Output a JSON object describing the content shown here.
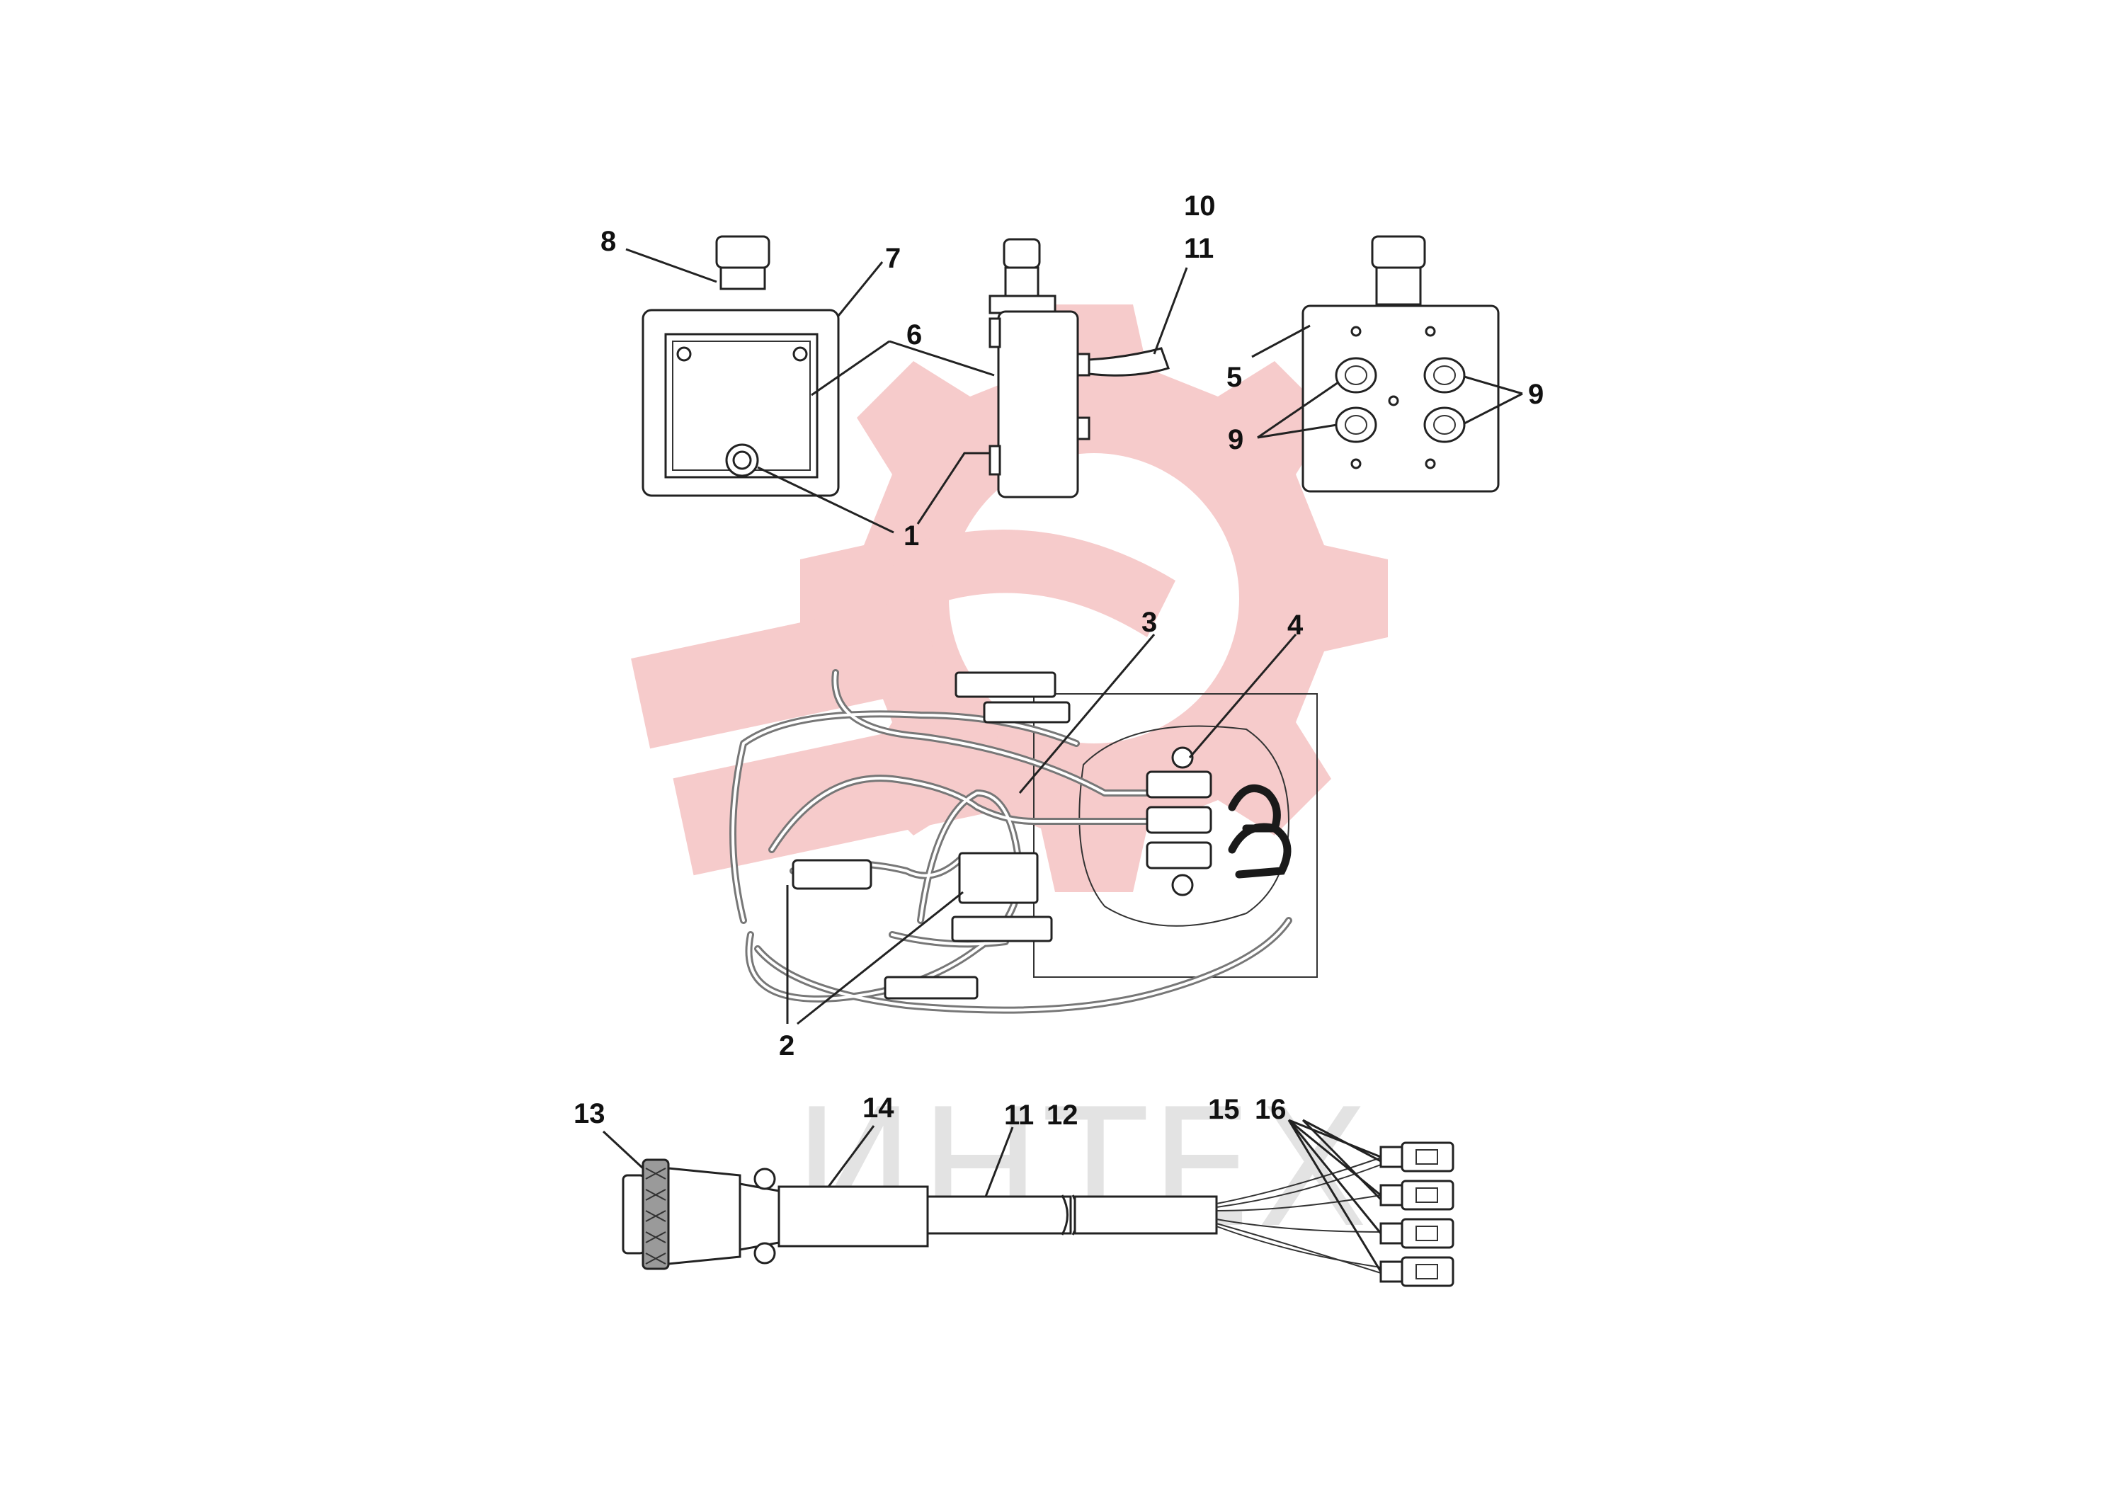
{
  "diagram": {
    "watermark_text": "ИНТЕХ",
    "colors": {
      "watermark_logo": "#f6c9c9",
      "watermark_text": "#e3e3e3",
      "line_art": "#222222",
      "labels": "#111111"
    },
    "callouts": {
      "c1": "1",
      "c2": "2",
      "c3": "3",
      "c4": "4",
      "c5": "5",
      "c6": "6",
      "c7": "7",
      "c8": "8",
      "c9a": "9",
      "c9b": "9",
      "c10": "10",
      "c11a": "11",
      "c11b": "11",
      "c12": "12",
      "c13": "13",
      "c14": "14",
      "c15": "15",
      "c16": "16"
    }
  }
}
